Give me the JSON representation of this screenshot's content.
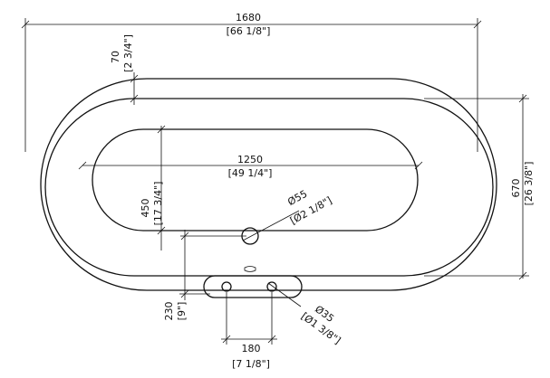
{
  "dimensions": {
    "overall_length": {
      "mm": "1680",
      "inch": "[66 1/8\"]"
    },
    "rim_width": {
      "mm": "70",
      "inch": "[2 3/4\"]"
    },
    "inner_length": {
      "mm": "1250",
      "inch": "[49 1/4\"]"
    },
    "inner_width": {
      "mm": "450",
      "inch": "[17 3/4\"]"
    },
    "overall_width": {
      "mm": "670",
      "inch": "[26 3/8\"]"
    },
    "drain": {
      "mm": "Ø55",
      "inch": "[Ø2 1/8\"]"
    },
    "drain_offset": {
      "mm": "230",
      "inch": "[9\"]"
    },
    "faucet_spacing": {
      "mm": "180",
      "inch": "[7 1/8\"]"
    },
    "faucet_hole": {
      "mm": "Ø35",
      "inch": "[Ø1 3/8\"]"
    }
  }
}
